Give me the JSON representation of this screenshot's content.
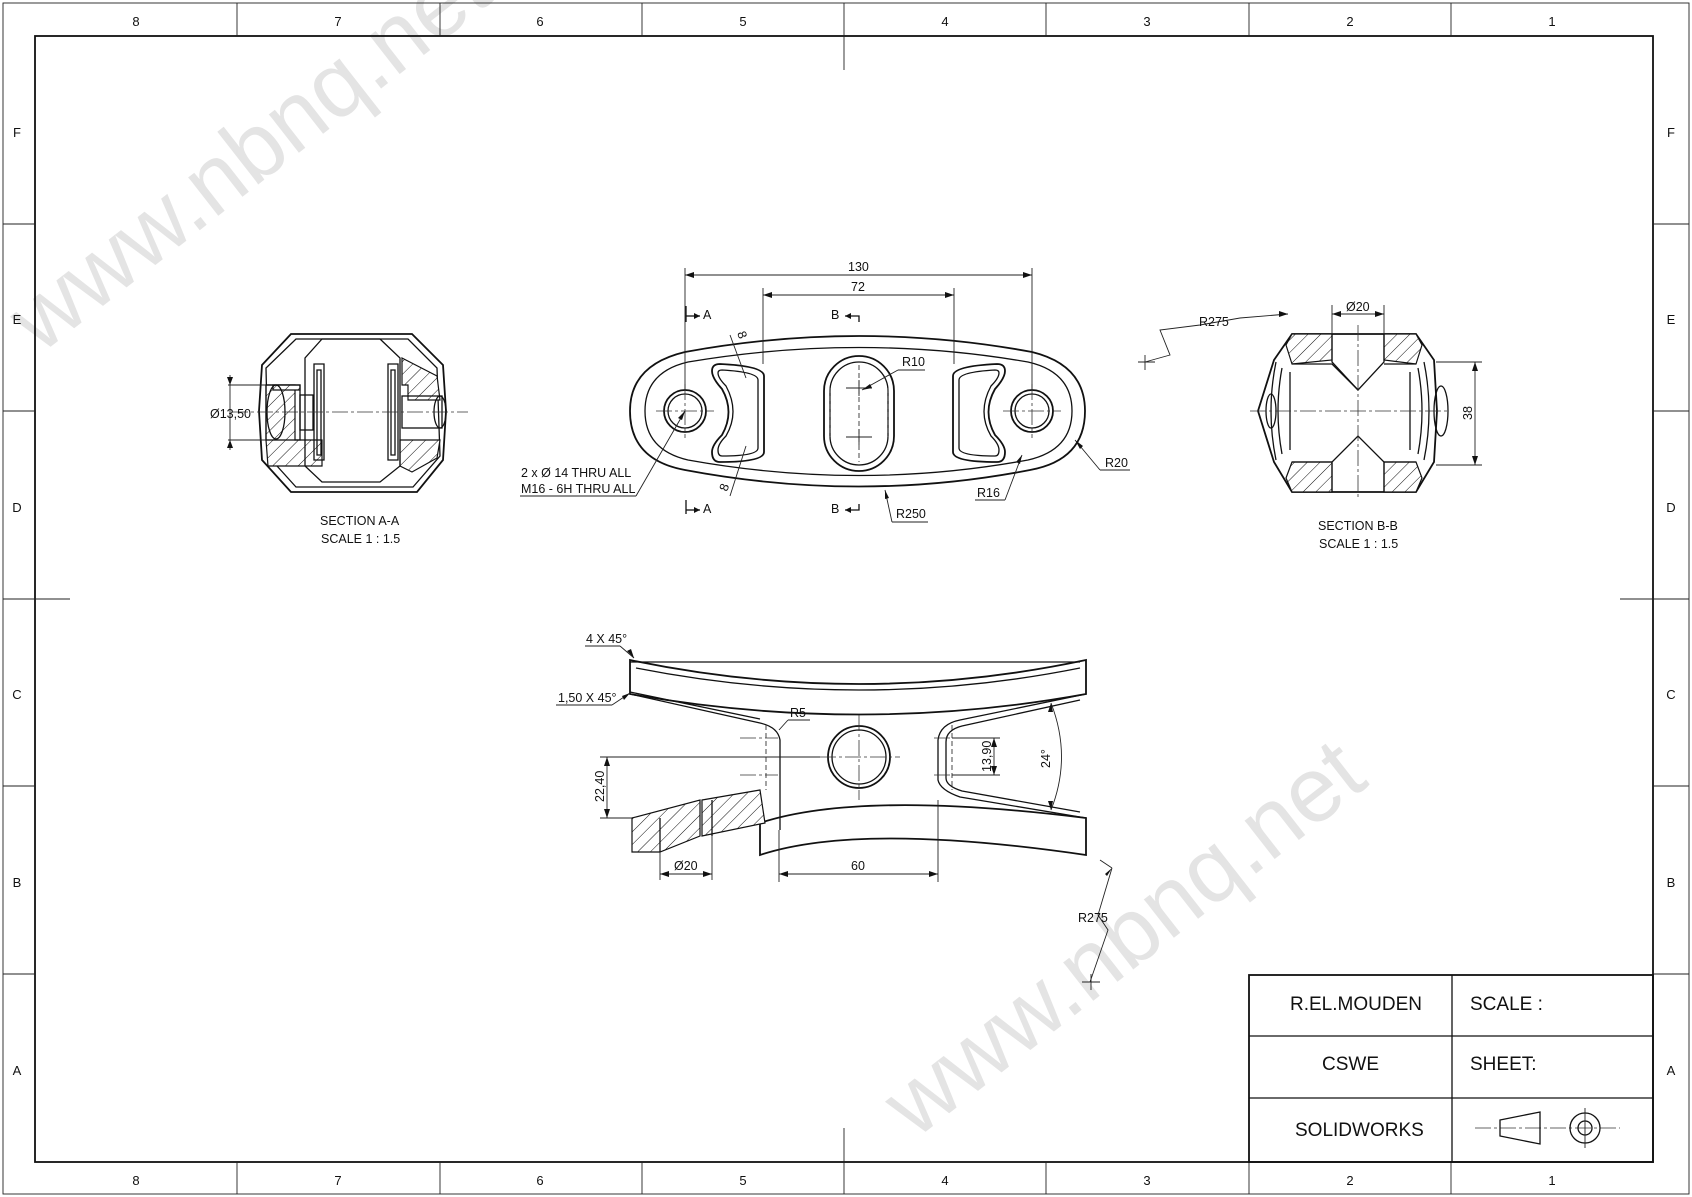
{
  "border_zones": {
    "columns": [
      "8",
      "7",
      "6",
      "5",
      "4",
      "3",
      "2",
      "1"
    ],
    "rows": [
      "F",
      "E",
      "D",
      "C",
      "B",
      "A"
    ]
  },
  "watermark": "www.nbnq.net",
  "section_aa": {
    "title": "SECTION A-A",
    "scale": "SCALE 1 : 1.5",
    "dia_label": "Ø13,50"
  },
  "section_bb": {
    "title": "SECTION B-B",
    "scale": "SCALE 1 : 1.5",
    "dia_label": "Ø20",
    "height_label": "38",
    "radius_label": "R275"
  },
  "top_view": {
    "dim_overall": "130",
    "dim_inner": "72",
    "r10": "R10",
    "r20": "R20",
    "r16": "R16",
    "r250": "R250",
    "rib8_top": "8",
    "rib8_bottom": "8",
    "hole_note_line1": "2 x Ø 14 THRU ALL",
    "hole_note_line2": "M16 - 6H THRU ALL",
    "section_a_top": "A",
    "section_a_bottom": "A",
    "section_b_top": "B",
    "section_b_bottom": "B"
  },
  "front_view": {
    "chamfer1": "4 X 45°",
    "chamfer2": "1,50 X 45°",
    "r5": "R5",
    "dim_22_40": "22,40",
    "dia20": "Ø20",
    "dim_60": "60",
    "dim_13_90": "13,90",
    "angle": "24°",
    "r275": "R275"
  },
  "title_block": {
    "author": "R.EL.MOUDEN",
    "scale_label": "SCALE :",
    "company": "CSWE",
    "sheet_label": "SHEET:",
    "software": "SOLIDWORKS"
  }
}
